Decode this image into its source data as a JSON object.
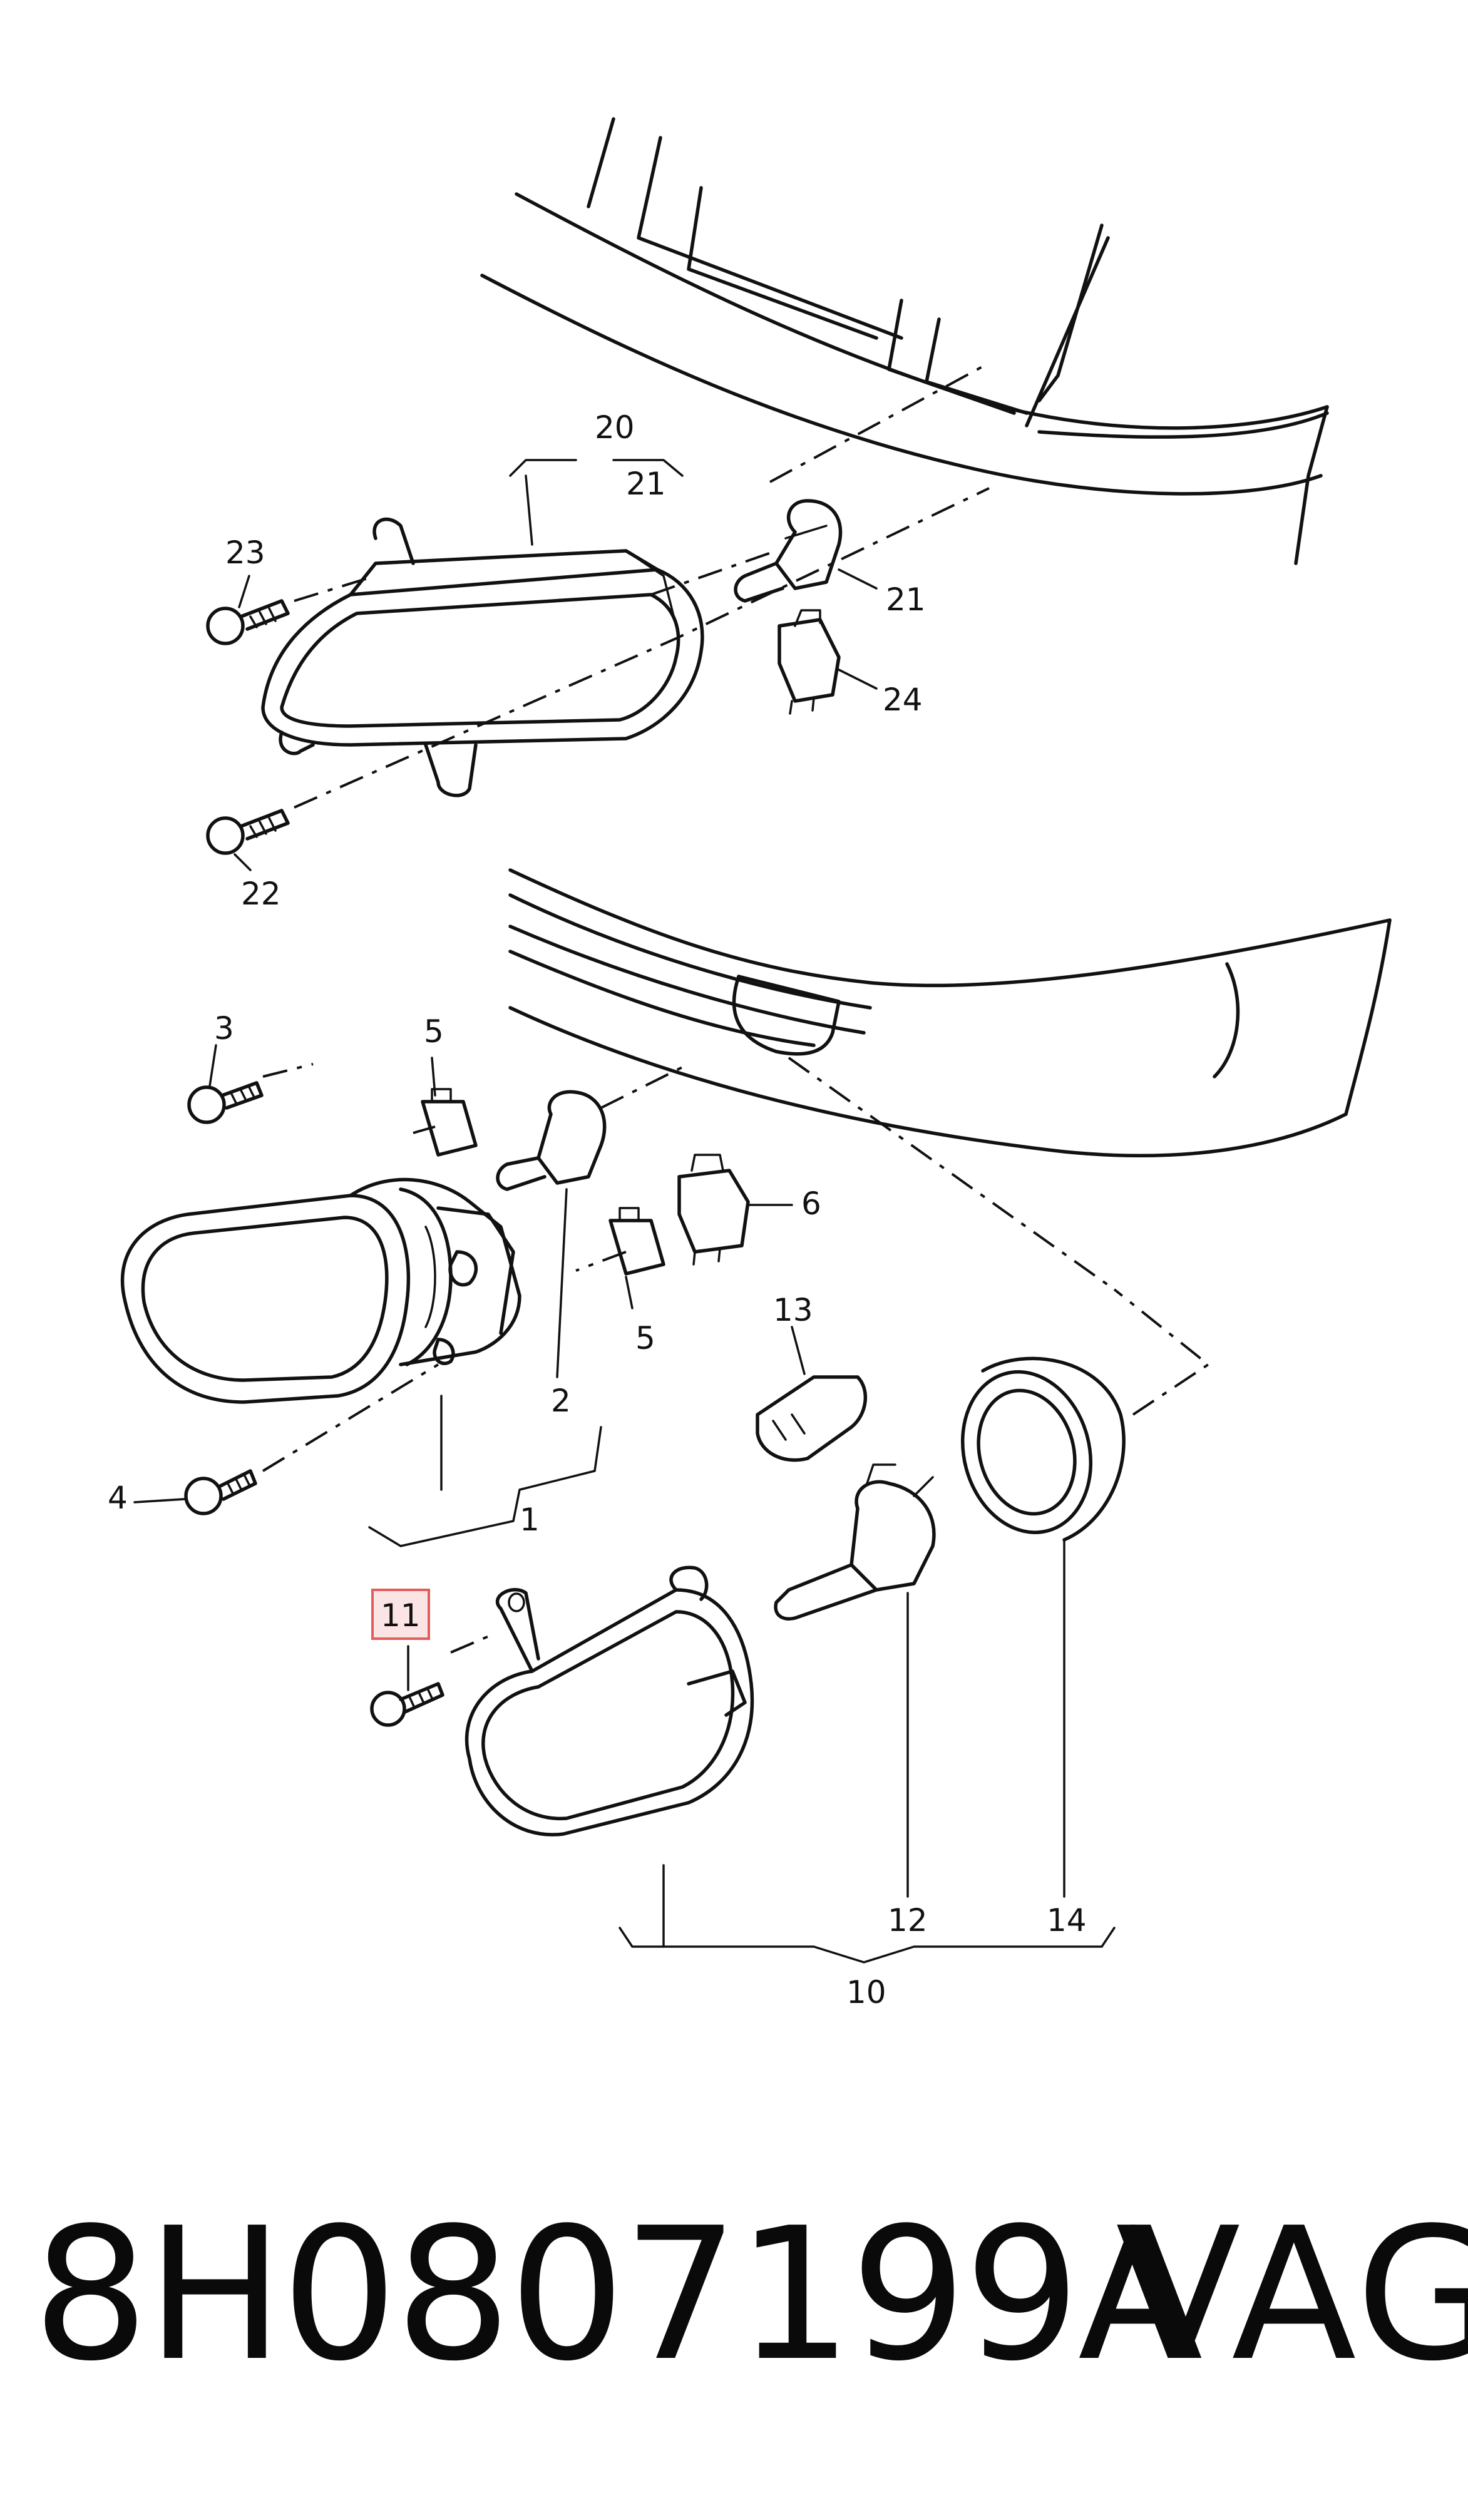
{
  "callouts": {
    "c1": "1",
    "c2": "2",
    "c3": "3",
    "c4": "4",
    "c5a": "5",
    "c5b": "5",
    "c6": "6",
    "c10": "10",
    "c11": "11",
    "c12": "12",
    "c13": "13",
    "c14": "14",
    "c20": "20",
    "c21a": "21",
    "c21b": "21",
    "c22": "22",
    "c23": "23",
    "c24": "24"
  },
  "highlighted_callout": "11",
  "footer": {
    "part_number": "8H0807199A",
    "brand": "VAG"
  },
  "colors": {
    "line": "#111111",
    "highlight_fill": "#fbe4e4",
    "highlight_stroke": "#e25c5c"
  }
}
